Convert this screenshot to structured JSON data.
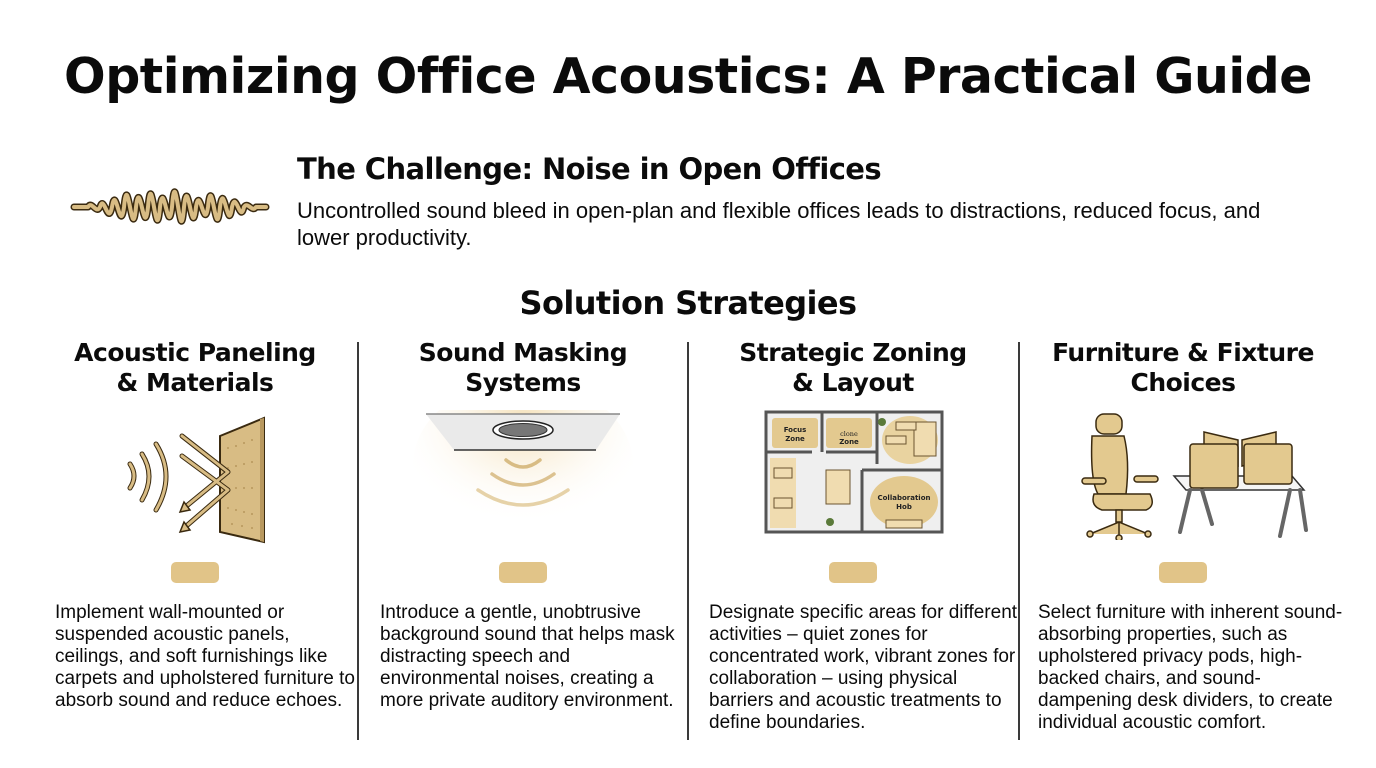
{
  "title": "Optimizing Office Acoustics: A Practical Guide",
  "challenge": {
    "icon": "sound-wave-icon",
    "heading": "The Challenge: Noise in Open Offices",
    "text": "Uncontrolled sound bleed in open-plan and flexible offices leads to distractions, reduced focus, and lower productivity."
  },
  "solutions_heading": "Solution Strategies",
  "colors": {
    "accent": "#d8bc84",
    "accent_dark": "#3a2a10",
    "pill": "#e1c488",
    "text": "#0b0b0b"
  },
  "strategies": [
    {
      "title_line1": "Acoustic Paneling",
      "title_line2": "& Materials",
      "icon": "acoustic-panel-icon",
      "text": "Implement wall-mounted or suspended acoustic panels, ceilings, and soft furnishings like carpets and upholstered furniture to absorb sound and reduce echoes."
    },
    {
      "title_line1": "Sound Masking",
      "title_line2": "Systems",
      "icon": "ceiling-speaker-icon",
      "text": "Introduce a gentle, unobtrusive background sound that helps mask distracting speech and environmental noises, creating a more private auditory environment."
    },
    {
      "title_line1": "Strategic Zoning",
      "title_line2": "& Layout",
      "icon": "floor-plan-icon",
      "floor_plan_labels": {
        "focus": "Focus Zone",
        "quiet": "clone Zone",
        "collab": "Collaboration Hob"
      },
      "text": "Designate specific areas for different activities – quiet zones for concentrated work, vibrant zones for collaboration – using physical barriers and acoustic treatments to define boundaries."
    },
    {
      "title_line1": "Furniture & Fixture",
      "title_line2": "Choices",
      "icon": "office-furniture-icon",
      "text": "Select furniture with inherent sound-absorbing properties, such as upholstered privacy pods, high-backed chairs, and sound-dampening desk dividers, to create individual acoustic comfort."
    }
  ]
}
